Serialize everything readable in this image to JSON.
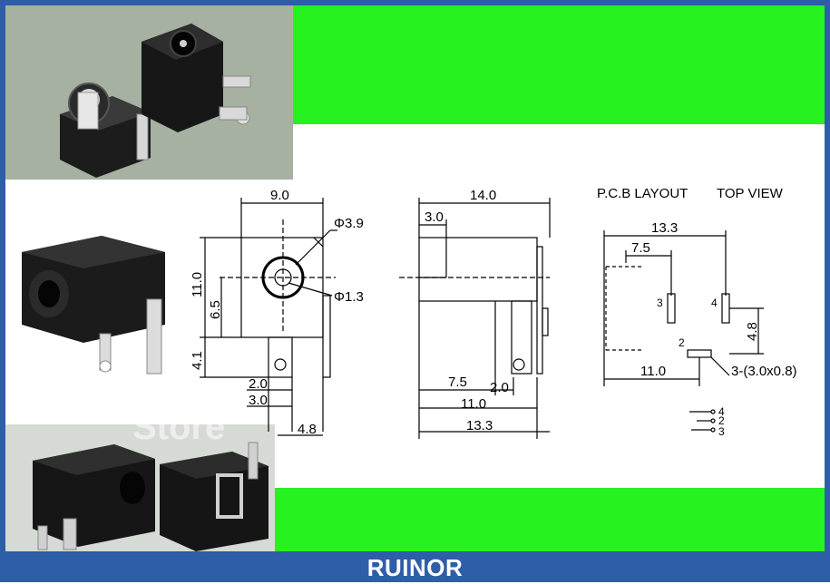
{
  "brand": "RUINOR",
  "watermark": "Store",
  "colors": {
    "frame_blue": "#2f5ea8",
    "banner_green": "#25f21f",
    "drawing_line": "#000000",
    "photo_background": "#b9bdb4"
  },
  "front_view": {
    "width": "9.0",
    "height": "11.0",
    "outer_diameter": "Φ3.9",
    "pin_diameter": "Φ1.3",
    "center_height": "6.5",
    "lower_height": "4.1",
    "pin_offset_1": "2.0",
    "pin_offset_2": "3.0",
    "pin_offset_3": "4.8"
  },
  "side_view": {
    "length": "14.0",
    "front_depth": "3.0",
    "dim_a": "7.5",
    "dim_b": "2.0",
    "dim_c": "11.0",
    "dim_d": "13.3"
  },
  "pcb_layout": {
    "title": "P.C.B LAYOUT",
    "view": "TOP VIEW",
    "width": "13.3",
    "pad_spacing": "7.5",
    "pad_height": "4.8",
    "pad_offset": "11.0",
    "slot_note": "3-(3.0x0.8)",
    "pad_labels": [
      "3",
      "4",
      "2"
    ],
    "schematic_labels": [
      "4",
      "2",
      "3"
    ]
  }
}
